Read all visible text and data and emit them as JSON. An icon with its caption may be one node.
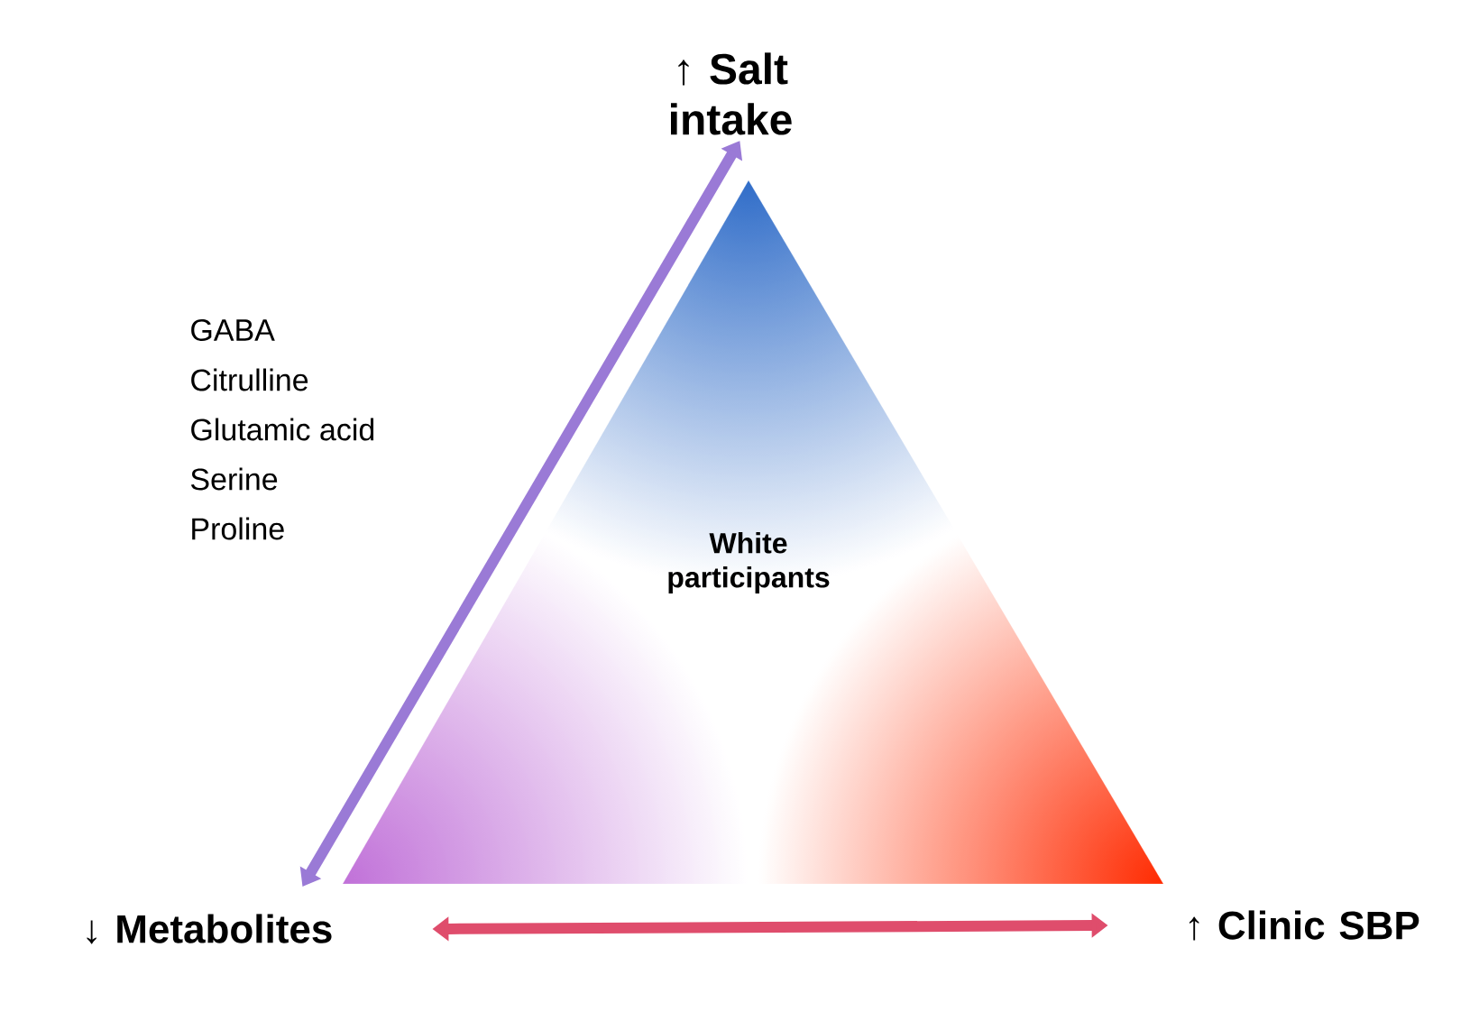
{
  "diagram": {
    "nodes": [
      {
        "text": [
          "↑ Salt intake"
        ]
      },
      {
        "text": [
          "↓ Metabolites"
        ]
      },
      {
        "text": [
          "↑ Clinic SBP"
        ]
      },
      {
        "text": [
          "White participants"
        ]
      }
    ],
    "edges": [
      {
        "from": 1,
        "to": 0,
        "arrow": "both",
        "color": "#9a7ad6"
      },
      {
        "from": 1,
        "to": 2,
        "arrow": "both",
        "color": "#df4d6c"
      }
    ],
    "labels": [
      "GABA",
      "Citrulline",
      "Glutamic acid",
      "Serine",
      "Proline"
    ]
  }
}
